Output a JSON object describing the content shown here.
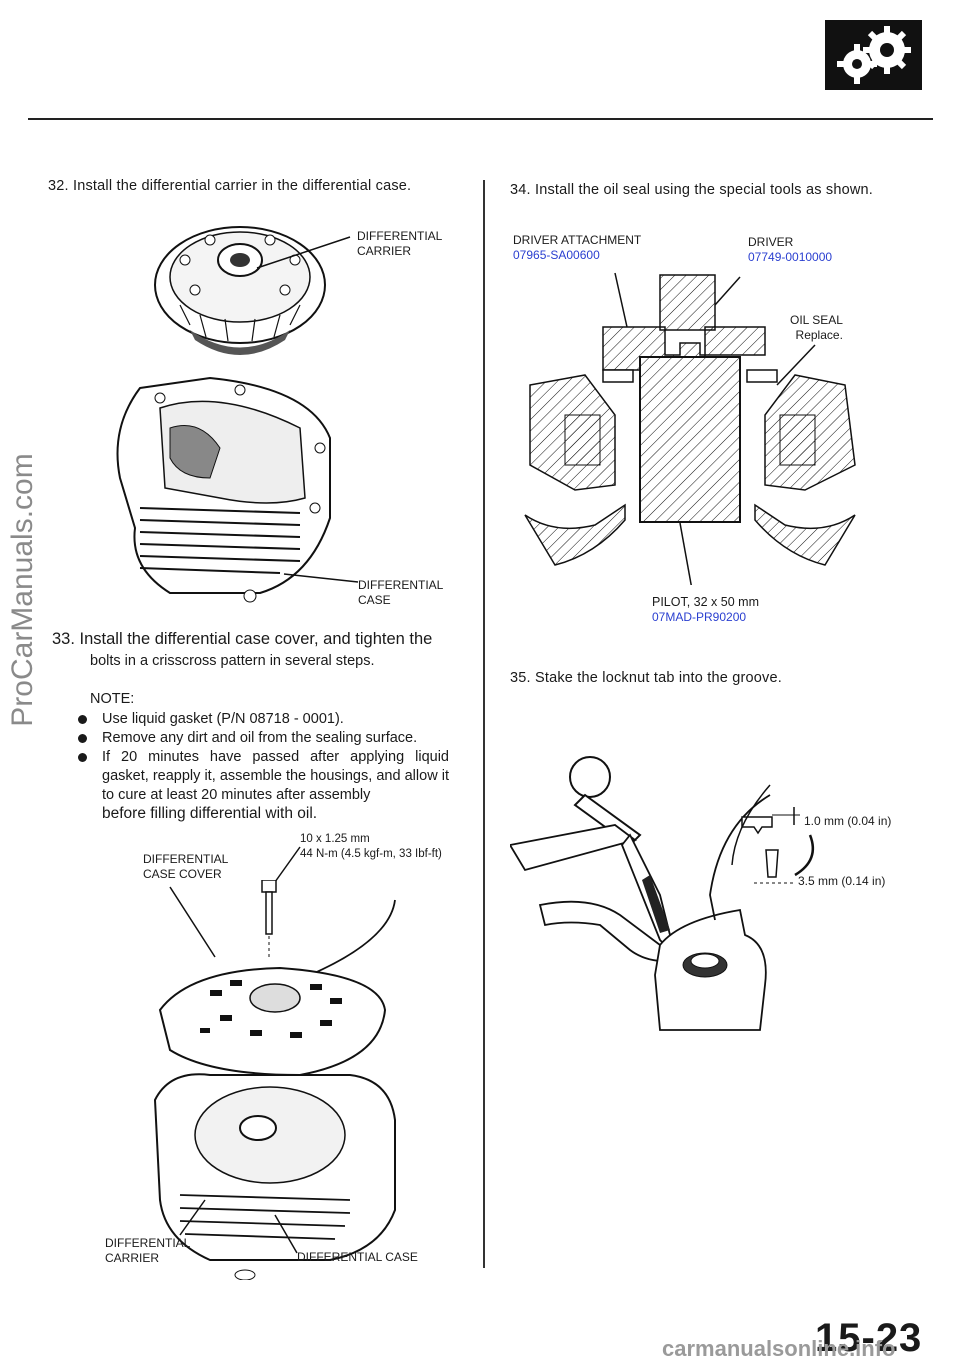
{
  "header": {
    "section_icon": "gear-icon"
  },
  "left": {
    "step32": "32.  Install the differential carrier in the differential case.",
    "label_carrier_1": "DIFFERENTIAL",
    "label_carrier_2": "CARRIER",
    "label_case_1": "DIFFERENTIAL",
    "label_case_2": "CASE",
    "step33_line1": "33.  Install the differential case cover, and tighten the",
    "step33_line2": "bolts in a crisscross pattern in several steps.",
    "note_title": "NOTE:",
    "notes": [
      "Use liquid gasket (P/N 08718 - 0001).",
      "Remove any dirt and oil from the sealing surface.",
      "If 20 minutes have passed after applying liquid gasket, reapply it, assemble the housings, and allow it to cure at least 20 minutes after assembly"
    ],
    "note_tail": "before filling differential with oil.",
    "bolt_spec_1": "10 x 1.25 mm",
    "bolt_spec_2": "44 N-m (4.5 kgf-m, 33 Ibf-ft)",
    "label_cover_1": "DIFFERENTIAL",
    "label_cover_2": "CASE COVER",
    "label_carrier2_1": "DIFFERENTIAL",
    "label_carrier2_2": "CARRIER",
    "label_case2": "DIFFERENTIAL CASE"
  },
  "right": {
    "step34": "34.  Install the oil seal using the special tools as shown.",
    "driver_attachment": "DRIVER ATTACHMENT",
    "driver_attachment_pn": "07965-SA00600",
    "driver": "DRIVER",
    "driver_pn": "07749-0010000",
    "oil_seal": "OIL SEAL",
    "oil_seal_note": "Replace.",
    "pilot": "PILOT, 32 x 50 mm",
    "pilot_pn": "07MAD-PR90200",
    "step35": "35.  Stake the locknut tab into the groove.",
    "dim_1": "1.0 mm (0.04 in)",
    "dim_2": "3.5 mm (0.14 in)"
  },
  "side_watermark": "ProCarManuals.com",
  "page_number": "15-23",
  "footer_url": "carmanualsonline.info",
  "colors": {
    "part_number": "#2a3fd0",
    "watermark": "#8a8a8a"
  }
}
